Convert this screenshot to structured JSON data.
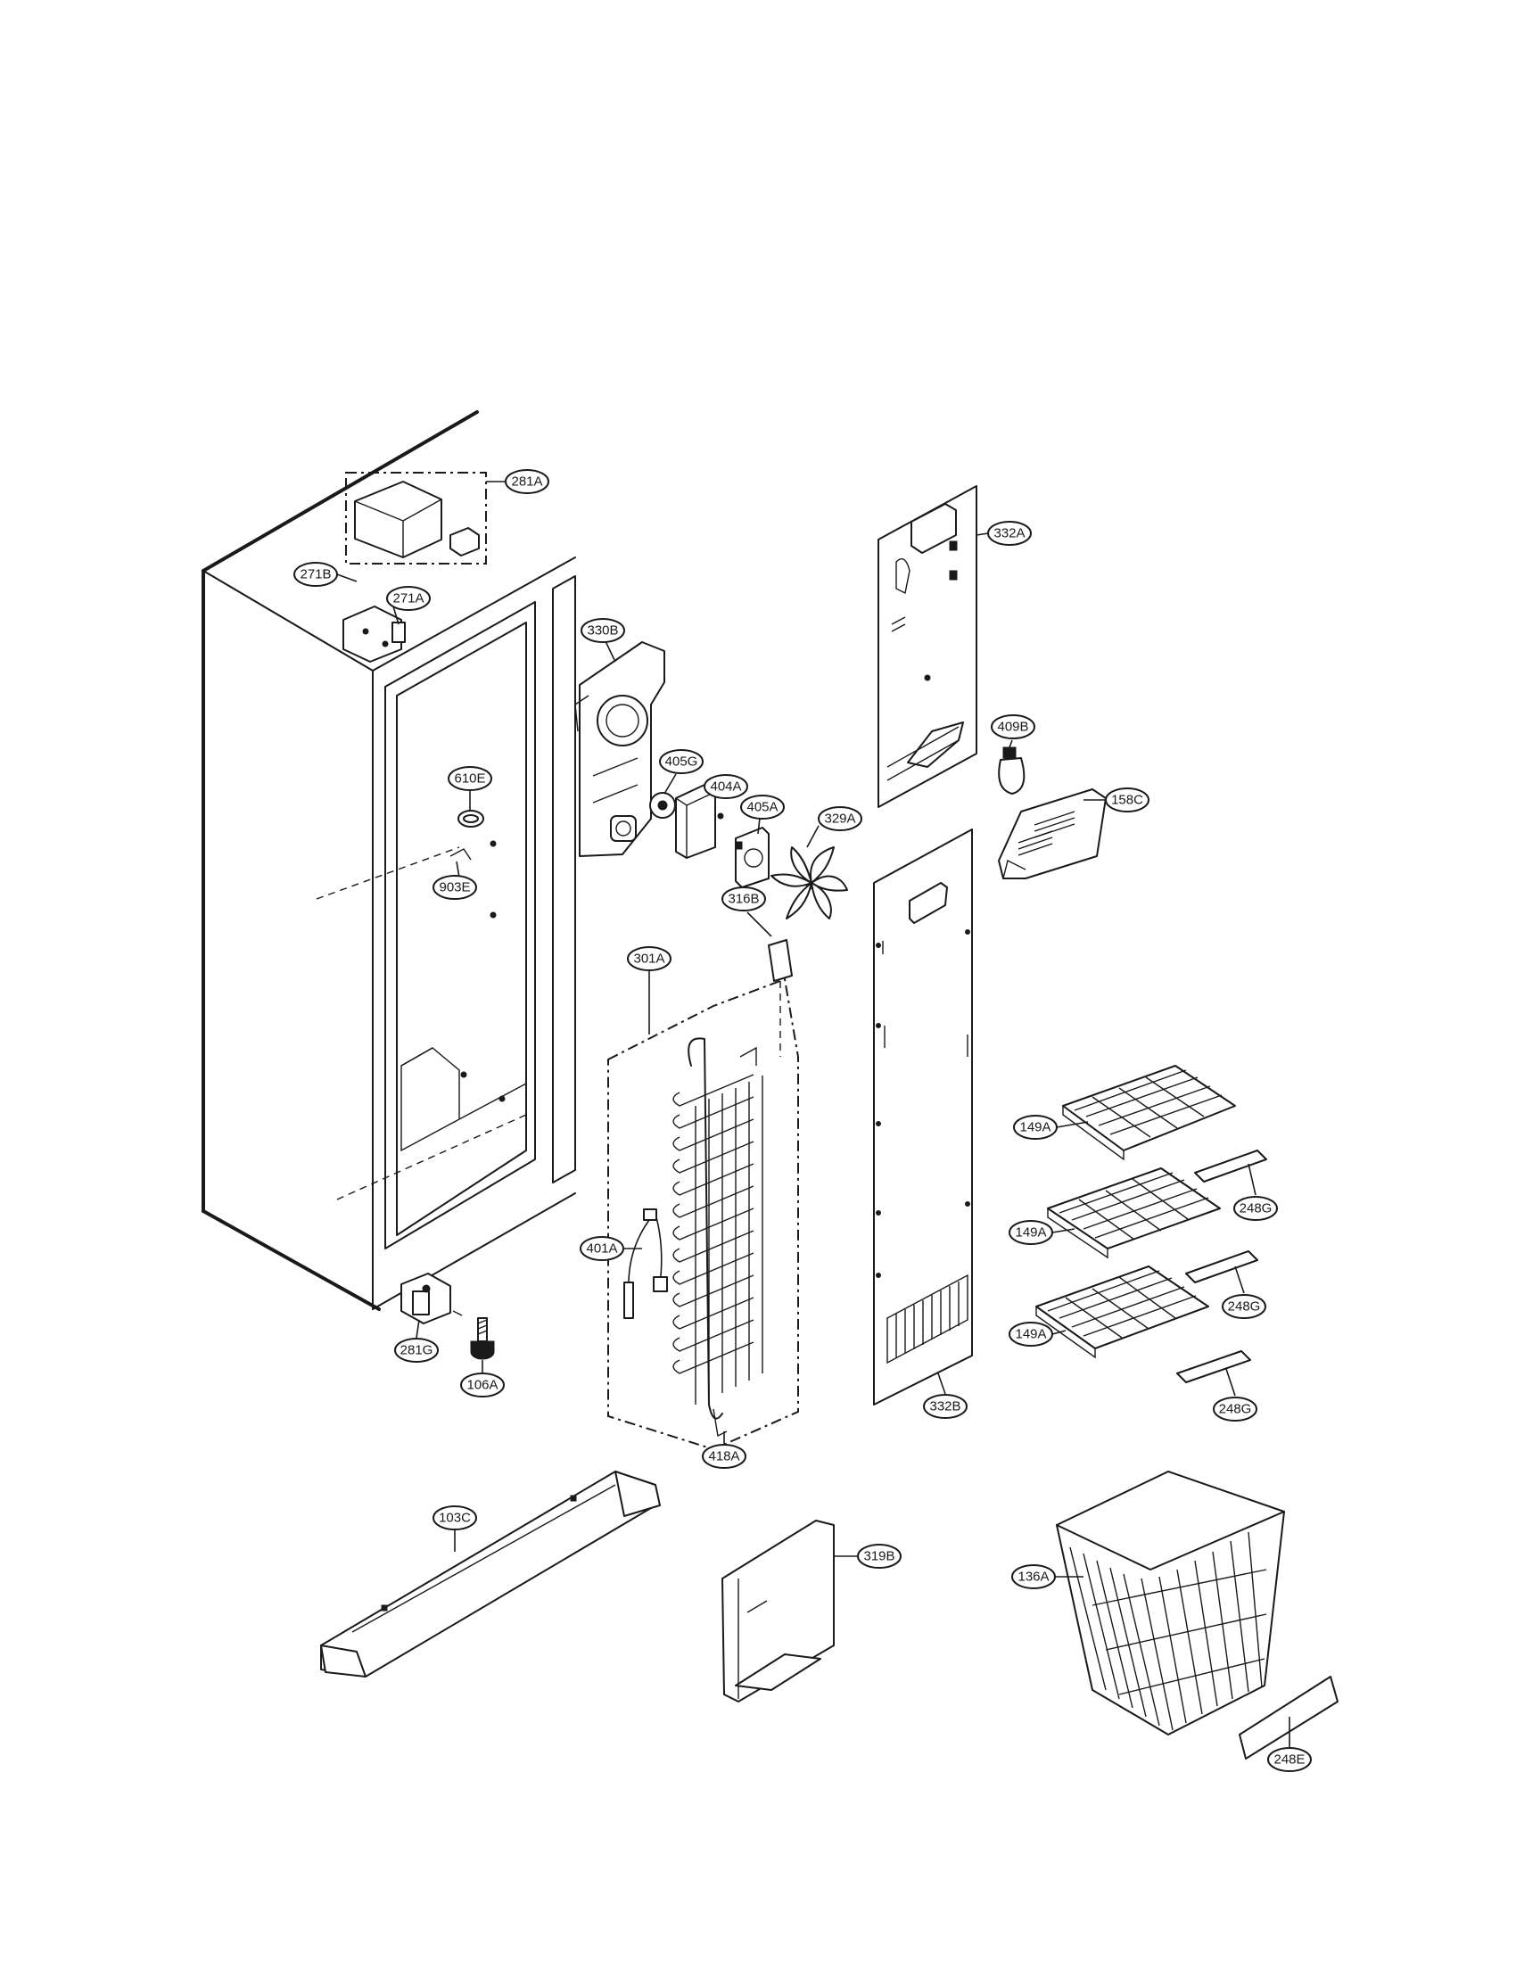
{
  "callouts": [
    {
      "id": "c281A",
      "label": "281A"
    },
    {
      "id": "c271B",
      "label": "271B"
    },
    {
      "id": "c271A",
      "label": "271A"
    },
    {
      "id": "c330B",
      "label": "330B"
    },
    {
      "id": "c332A",
      "label": "332A"
    },
    {
      "id": "c610E",
      "label": "610E"
    },
    {
      "id": "c903E",
      "label": "903E"
    },
    {
      "id": "c405G",
      "label": "405G"
    },
    {
      "id": "c404A",
      "label": "404A"
    },
    {
      "id": "c405A",
      "label": "405A"
    },
    {
      "id": "c329A",
      "label": "329A"
    },
    {
      "id": "c409B",
      "label": "409B"
    },
    {
      "id": "c158C",
      "label": "158C"
    },
    {
      "id": "c316B",
      "label": "316B"
    },
    {
      "id": "c301A",
      "label": "301A"
    },
    {
      "id": "c149A1",
      "label": "149A"
    },
    {
      "id": "c248G1",
      "label": "248G"
    },
    {
      "id": "c401A",
      "label": "401A"
    },
    {
      "id": "c149A2",
      "label": "149A"
    },
    {
      "id": "c248G2",
      "label": "248G"
    },
    {
      "id": "c281G",
      "label": "281G"
    },
    {
      "id": "c149A3",
      "label": "149A"
    },
    {
      "id": "c106A",
      "label": "106A"
    },
    {
      "id": "c332B",
      "label": "332B"
    },
    {
      "id": "c248G3",
      "label": "248G"
    },
    {
      "id": "c418A",
      "label": "418A"
    },
    {
      "id": "c103C",
      "label": "103C"
    },
    {
      "id": "c319B",
      "label": "319B"
    },
    {
      "id": "c136A",
      "label": "136A"
    },
    {
      "id": "c248E",
      "label": "248E"
    }
  ]
}
